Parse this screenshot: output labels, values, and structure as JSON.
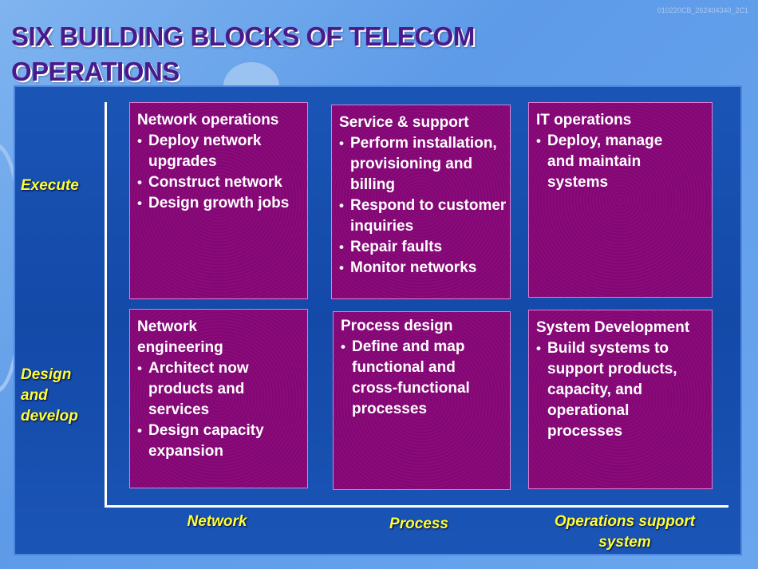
{
  "doc_id": "010220CB_262404340_2C1",
  "title": "SIX BUILDING BLOCKS OF TELECOM OPERATIONS",
  "rows": [
    "Execute",
    "Design and develop"
  ],
  "columns": [
    "Network",
    "Process",
    "Operations support system"
  ],
  "boxes": {
    "network_operations": {
      "title": "Network operations",
      "bullets": [
        "Deploy network upgrades",
        "Construct network",
        "Design growth jobs"
      ]
    },
    "service_support": {
      "title": "Service & support",
      "bullets": [
        "Perform installation, provisioning and billing",
        "Respond to customer inquiries",
        "Repair faults",
        "Monitor networks"
      ]
    },
    "it_operations": {
      "title": "IT operations",
      "bullets": [
        "Deploy, manage and maintain systems"
      ]
    },
    "network_engineering": {
      "title": "Network engineering",
      "bullets": [
        "Architect now products and services",
        "Design capacity expansion"
      ]
    },
    "process_design": {
      "title": "Process design",
      "bullets": [
        "Define and map functional and cross-functional processes"
      ]
    },
    "system_development": {
      "title": "System Development",
      "bullets": [
        "Build systems to support products, capacity, and operational processes"
      ]
    }
  }
}
